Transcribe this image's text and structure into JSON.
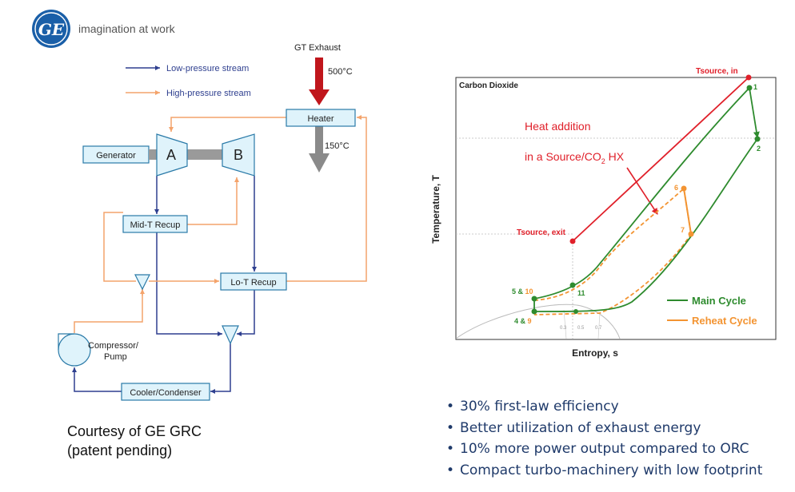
{
  "logo": {
    "tagline": "imagination at work"
  },
  "legend": {
    "low": "Low-pressure stream",
    "high": "High-pressure stream"
  },
  "colors": {
    "low": "#2e3f8f",
    "high": "#f4a36b",
    "box_fill": "#dff3fb",
    "box_stroke": "#2a7aa8",
    "red": "#e0202a",
    "green": "#2e8b2e",
    "orange": "#f39432"
  },
  "cycle": {
    "gt_exhaust": "GT Exhaust",
    "t_in": "500°C",
    "t_out": "150°C",
    "heater": "Heater",
    "generator": "Generator",
    "turbine_a": "A",
    "turbine_b": "B",
    "mid_recup": "Mid-T Recup",
    "lo_recup": "Lo-T Recup",
    "compressor": [
      "Compressor/",
      "Pump"
    ],
    "cooler": "Cooler/Condenser"
  },
  "ts": {
    "fluid": "Carbon Dioxide",
    "ylabel": "Temperature, T",
    "xlabel": "Entropy, s",
    "tsource_in": "Tsource, in",
    "tsource_exit": "Tsource, exit",
    "heat_line1": "Heat addition",
    "heat_line2_pre": "in a Source/CO",
    "heat_sub": "2",
    "heat_line2_post": " HX",
    "dome_ticks": [
      "0.3",
      "0.5",
      "0.7"
    ],
    "legend_main": "Main Cycle",
    "legend_reheat": "Reheat Cycle",
    "points": {
      "p1": "1",
      "p2": "2",
      "p6": "6",
      "p7": "7",
      "p11": "11",
      "p5": "5 & ",
      "p10": "10",
      "p4": "4 & ",
      "p9": "9"
    }
  },
  "courtesy": "Courtesy of GE GRC (patent pending)",
  "bullets": [
    "30% first-law efficiency",
    "Better utilization of exhaust energy",
    "10% more power output compared to ORC",
    "Compact turbo-machinery with low footprint"
  ]
}
